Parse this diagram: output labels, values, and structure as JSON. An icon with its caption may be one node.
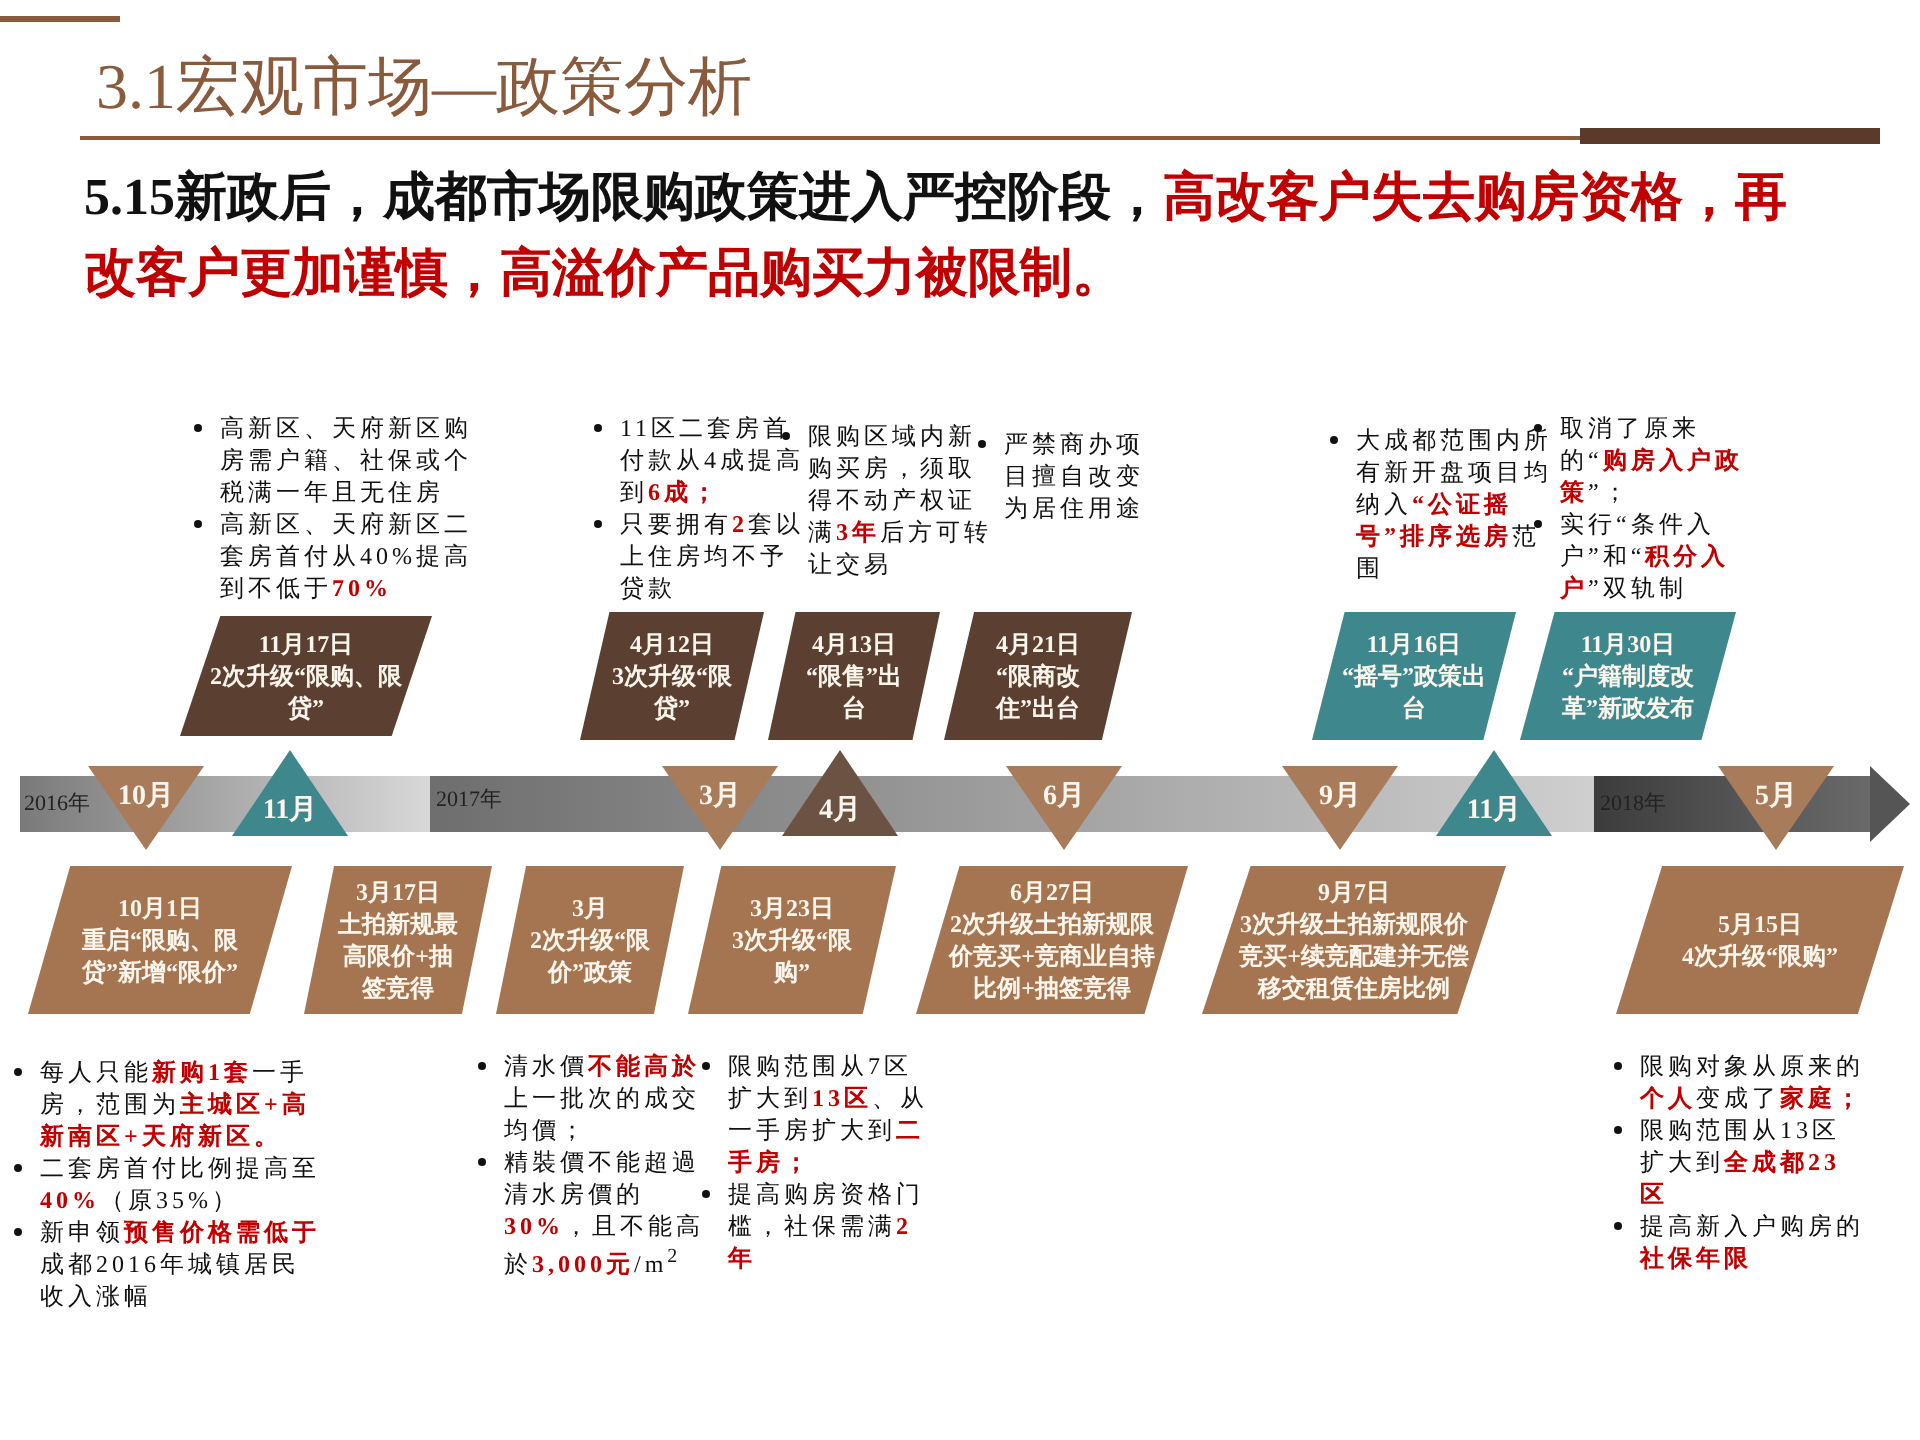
{
  "diagram": {
    "title": "3.1宏观市场—政策分析",
    "nodes": [
      {
        "text": [
          "11月17日",
          "2次升级“限购、限贷”"
        ],
        "beside": [
          "高新区、天府新区购房需户籍、社保或个税满一年且无住房",
          "高新区、天府新区二套房首付从40%提高到不低于**70%**"
        ]
      },
      {
        "text": [
          "4月12日",
          "3次升级“限贷”"
        ],
        "beside": [
          "11区二套房首付款从4成提高到**6成；**",
          "只要拥有**2**套以上住房均不予贷款"
        ]
      },
      {
        "text": [
          "4月13日",
          "“限售”出台"
        ],
        "beside": [
          "限购区域内新购买房，须取得不动产权证满**3年**后方可转让交易"
        ]
      },
      {
        "text": [
          "4月21日",
          "“限商改住”出台"
        ],
        "beside": [
          "严禁商办项目擅自改变为居住用途"
        ]
      },
      {
        "text": [
          "11月16日",
          "“摇号”政策出台"
        ],
        "beside": [
          "大成都范围内所有新开盘项目均纳入**“公证摇号”排序选房**范围"
        ]
      },
      {
        "text": [
          "11月30日",
          "“户籍制度改革”新政发布"
        ],
        "beside": [
          "取消了原来的“**购房入户政策**”；",
          "实行“条件入户”和“**积分入户**”双轨制"
        ]
      },
      {
        "text": [
          "10月"
        ]
      },
      {
        "text": [
          "11月"
        ]
      },
      {
        "text": [
          "3月"
        ]
      },
      {
        "text": [
          "4月"
        ]
      },
      {
        "text": [
          "6月"
        ]
      },
      {
        "text": [
          "9月"
        ]
      },
      {
        "text": [
          "11月"
        ]
      },
      {
        "text": [
          "5月"
        ]
      },
      {
        "text": [
          "10月1日",
          "重启“限购、限贷”新增“限价”"
        ],
        "beside": [
          "每人只能**新购1套**一手房，范围为**主城区+高新南区+天府新区。**",
          "二套房首付比例提高至**40%**（原35%）",
          "新申领**预售价格需低于**成都2016年城镇居民收入涨幅"
        ]
      },
      {
        "text": [
          "3月17日",
          "土拍新规最高限价+抽签竞得"
        ]
      },
      {
        "text": [
          "3月",
          "2次升级“限价”政策"
        ],
        "beside": [
          "清水價**不能高於**上一批次的成交均價；",
          "精裝價不能超過清水房價的**30%**，且不能高於**3,000元**/m$^{2}$"
        ]
      },
      {
        "text": [
          "3月23日",
          "3次升级“限购”"
        ],
        "beside": [
          "限购范围从7区扩大到**13区**、从一手房扩大到**二手房；**",
          "提高购房资格门槛，社保需满**2年**"
        ]
      },
      {
        "text": [
          "6月27日",
          "2次升级土拍新规限价竞买+竞商业自持比例+抽签竞得"
        ]
      },
      {
        "text": [
          "9月7日",
          "3次升级土拍新规限价竞买+续竞配建并无偿移交租赁住房比例"
        ]
      },
      {
        "text": [
          "5月15日",
          "4次升级“限购”"
        ],
        "beside": [
          "限购对象从原来的**个人**变成了**家庭；**",
          "限购范围从13区扩大到**全成都23区**",
          "提高新入户购房的**社保年限**"
        ]
      }
    ],
    "labels": [
      "5.15新政后，成都市场限购政策进入严控阶段，**高改客户失去购房资格，再改客户更加谨慎，高溢价产品购买力被限制。**",
      "2016年",
      "2017年",
      "2018年"
    ]
  }
}
